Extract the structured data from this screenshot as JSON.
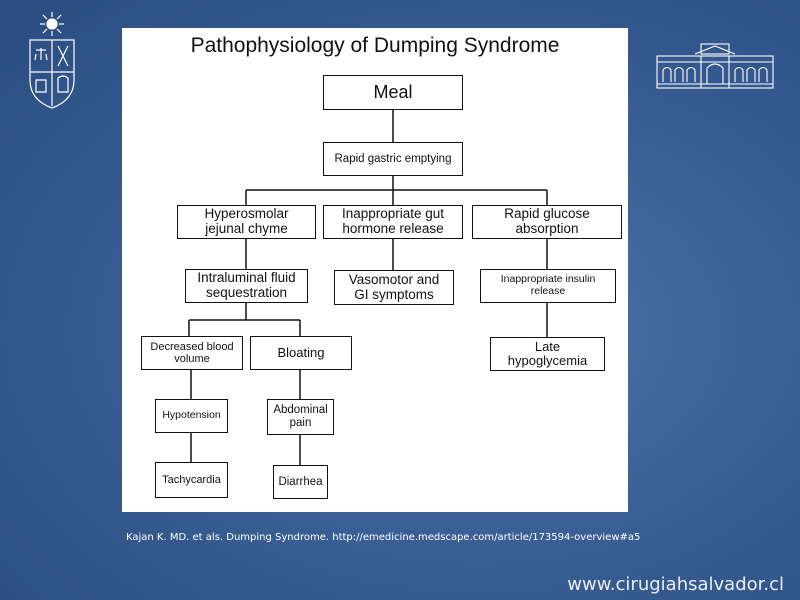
{
  "diagram": {
    "title": "Pathophysiology of Dumping Syndrome",
    "nodes": {
      "meal": "Meal",
      "rapid_gastric_emptying": "Rapid gastric emptying",
      "hyperosmolar_l1": "Hyperosmolar",
      "hyperosmolar_l2": "jejunal chyme",
      "gut_hormone_l1": "Inappropriate gut",
      "gut_hormone_l2": "hormone release",
      "rapid_glucose_l1": "Rapid glucose",
      "rapid_glucose_l2": "absorption",
      "intraluminal_l1": "Intraluminal fluid",
      "intraluminal_l2": "sequestration",
      "vasomotor_l1": "Vasomotor and",
      "vasomotor_l2": "GI symptoms",
      "insulin_l1": "Inappropriate insulin",
      "insulin_l2": "release",
      "decreased_blood_l1": "Decreased blood",
      "decreased_blood_l2": "volume",
      "bloating": "Bloating",
      "late_hypo_l1": "Late",
      "late_hypo_l2": "hypoglycemia",
      "hypotension": "Hypotension",
      "abdominal_pain_l1": "Abdominal",
      "abdominal_pain_l2": "pain",
      "tachycardia": "Tachycardia",
      "diarrhea": "Diarrhea"
    },
    "edges": [
      [
        "meal",
        "rapid_gastric_emptying"
      ],
      [
        "rapid_gastric_emptying",
        "hyperosmolar"
      ],
      [
        "rapid_gastric_emptying",
        "gut_hormone"
      ],
      [
        "rapid_gastric_emptying",
        "rapid_glucose"
      ],
      [
        "hyperosmolar",
        "intraluminal"
      ],
      [
        "gut_hormone",
        "vasomotor"
      ],
      [
        "rapid_glucose",
        "insulin"
      ],
      [
        "intraluminal",
        "decreased_blood"
      ],
      [
        "intraluminal",
        "bloating"
      ],
      [
        "insulin",
        "late_hypo"
      ],
      [
        "decreased_blood",
        "hypotension"
      ],
      [
        "bloating",
        "abdominal_pain"
      ],
      [
        "hypotension",
        "tachycardia"
      ],
      [
        "abdominal_pain",
        "diarrhea"
      ]
    ]
  },
  "citation": "Kajan K. MD. et als. Dumping Syndrome. http://emedicine.medscape.com/article/173594-overview#a5",
  "website": "www.cirugiahsalvador.cl",
  "icons": {
    "left_logo": "university-crest-icon",
    "right_logo": "hospital-building-icon"
  },
  "colors": {
    "background": "#3a5f96",
    "figure_background": "#ffffff",
    "node_border": "#111111"
  }
}
